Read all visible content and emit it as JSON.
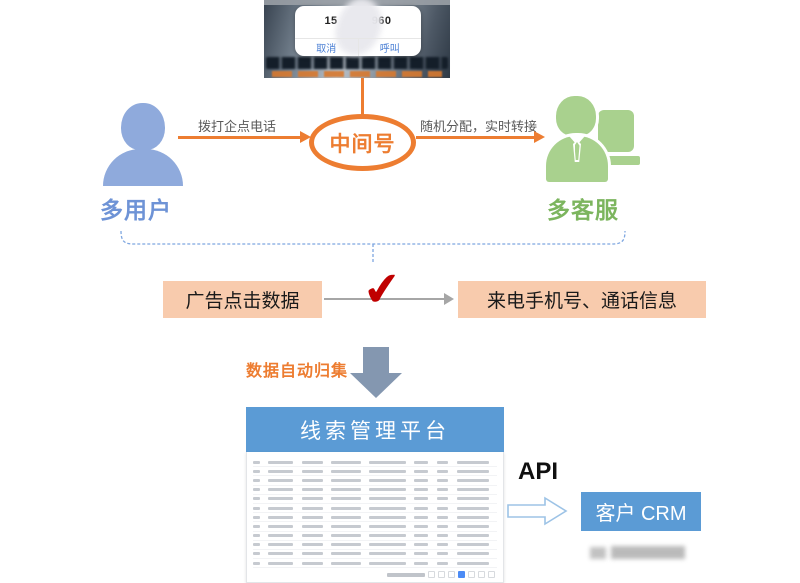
{
  "phone_popup": {
    "number_prefix": "15",
    "number_suffix": "960",
    "cancel_label": "取消",
    "call_label": "呼叫"
  },
  "flow": {
    "caller_label": "多用户",
    "dial_arrow_label": "拨打企点电话",
    "middle_node_label": "中间号",
    "transfer_arrow_label": "随机分配，实时转接",
    "agent_label": "多客服"
  },
  "data_row": {
    "left_box_label": "广告点击数据",
    "right_box_label": "来电手机号、通话信息",
    "checkmark": "✔"
  },
  "collect": {
    "label": "数据自动归集"
  },
  "platform": {
    "title": "线索管理平台"
  },
  "api": {
    "label": "API",
    "crm_label": "客户 CRM"
  },
  "colors": {
    "accent_orange": "#ED7D31",
    "peach_box": "#F8CBAD",
    "platform_blue": "#5B9BD5",
    "user_icon_blue": "#8FAADC",
    "agent_icon_green": "#A9D18E",
    "caller_text_blue": "#6E93D6",
    "agent_text_green": "#7CB55E",
    "check_red": "#C00000",
    "down_arrow_gray_blue": "#8497B0",
    "gray_arrow": "#A6A6A6",
    "brace_blue": "#7EA6E0"
  }
}
